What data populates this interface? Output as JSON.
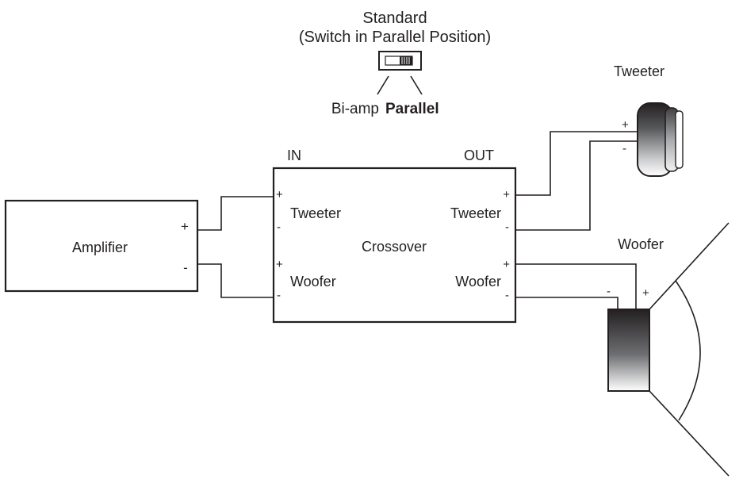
{
  "switch": {
    "title": "Standard",
    "subtitle": "(Switch in Parallel Position)",
    "option_left": "Bi-amp",
    "option_right": "Parallel"
  },
  "amplifier": {
    "label": "Amplifier",
    "plus": "+",
    "minus": "-"
  },
  "crossover": {
    "label": "Crossover",
    "in_label": "IN",
    "out_label": "OUT",
    "in_tweeter": "Tweeter",
    "in_woofer": "Woofer",
    "out_tweeter": "Tweeter",
    "out_woofer": "Woofer",
    "plus": "+",
    "minus": "-"
  },
  "tweeter": {
    "label": "Tweeter",
    "plus": "+",
    "minus": "-"
  },
  "woofer": {
    "label": "Woofer",
    "plus": "+",
    "minus": "-"
  },
  "colors": {
    "line": "#231f20"
  }
}
